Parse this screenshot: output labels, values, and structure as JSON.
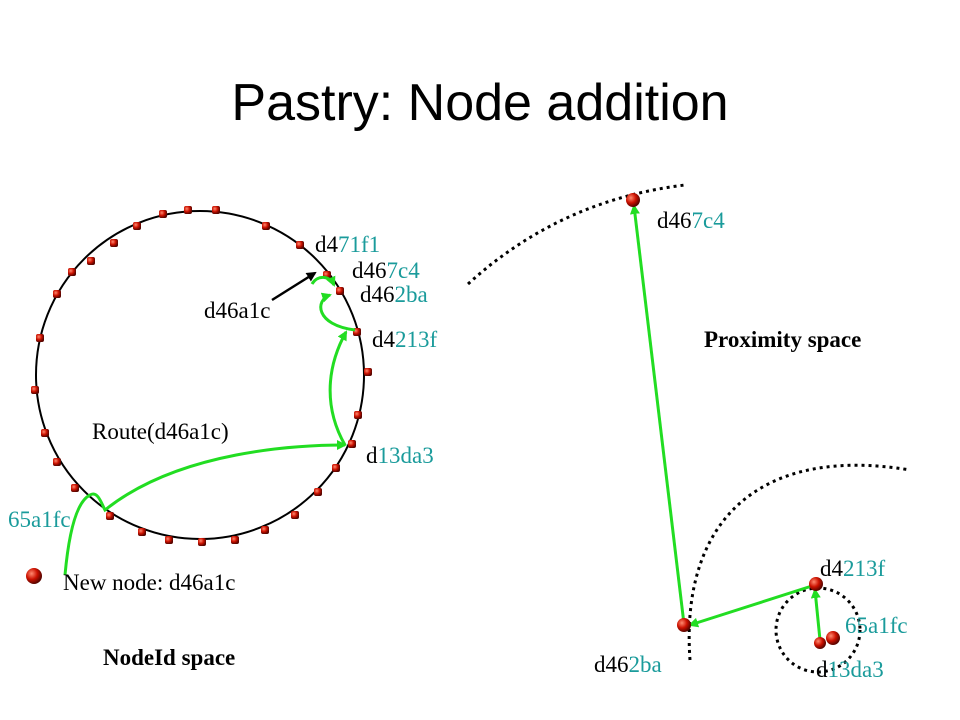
{
  "title": "Pastry: Node addition",
  "nodeid_space": {
    "caption": "NodeId space",
    "new_node_label": "New node: d46a1c",
    "route_label": "Route(d46a1c)",
    "target_label": "d46a1c",
    "ids": [
      {
        "prefix": "d4",
        "suffix": "71f1"
      },
      {
        "prefix": "d46",
        "suffix": "7c4"
      },
      {
        "prefix": "d46",
        "suffix": "2ba"
      },
      {
        "prefix": "d4",
        "suffix": "213f"
      },
      {
        "prefix": "d",
        "suffix": "13da3"
      },
      {
        "prefix": "",
        "suffix": "65a1fc"
      }
    ]
  },
  "proximity_space": {
    "caption": "Proximity space",
    "ids": [
      {
        "prefix": "d46",
        "suffix": "7c4"
      },
      {
        "prefix": "d4",
        "suffix": "213f"
      },
      {
        "prefix": "",
        "suffix": "65a1fc"
      },
      {
        "prefix": "d46",
        "suffix": "2ba"
      },
      {
        "prefix": "d",
        "suffix": "13da3"
      }
    ]
  },
  "colors": {
    "route": "#22dd22",
    "node": "#cc1100",
    "highlight_text": "#1a9b9b",
    "ring": "#000000"
  }
}
